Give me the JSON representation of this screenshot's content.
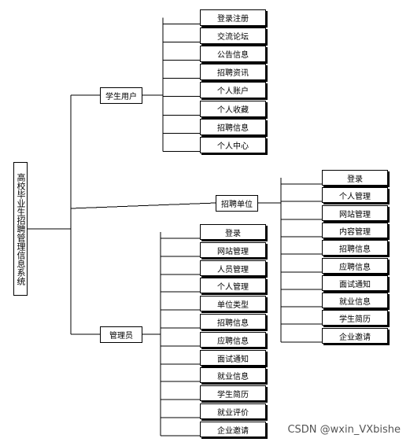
{
  "root": "高校毕业生招聘管理信息系统",
  "branches": {
    "student": {
      "label": "学生用户",
      "items": [
        "登录注册",
        "交流论坛",
        "公告信息",
        "招聘资讯",
        "个人账户",
        "个人收藏",
        "招聘信息",
        "个人中心"
      ]
    },
    "company": {
      "label": "招聘单位",
      "items": [
        "登录",
        "个人管理",
        "网站管理",
        "内容管理",
        "招聘信息",
        "应聘信息",
        "面试通知",
        "就业信息",
        "学生简历",
        "企业邀请"
      ]
    },
    "admin": {
      "label": "管理员",
      "items": [
        "登录",
        "网站管理",
        "人员管理",
        "个人管理",
        "单位类型",
        "招聘信息",
        "应聘信息",
        "面试通知",
        "就业信息",
        "学生简历",
        "就业评价",
        "企业邀请"
      ]
    }
  },
  "watermark": "CSDN @wxin_VXbishe"
}
